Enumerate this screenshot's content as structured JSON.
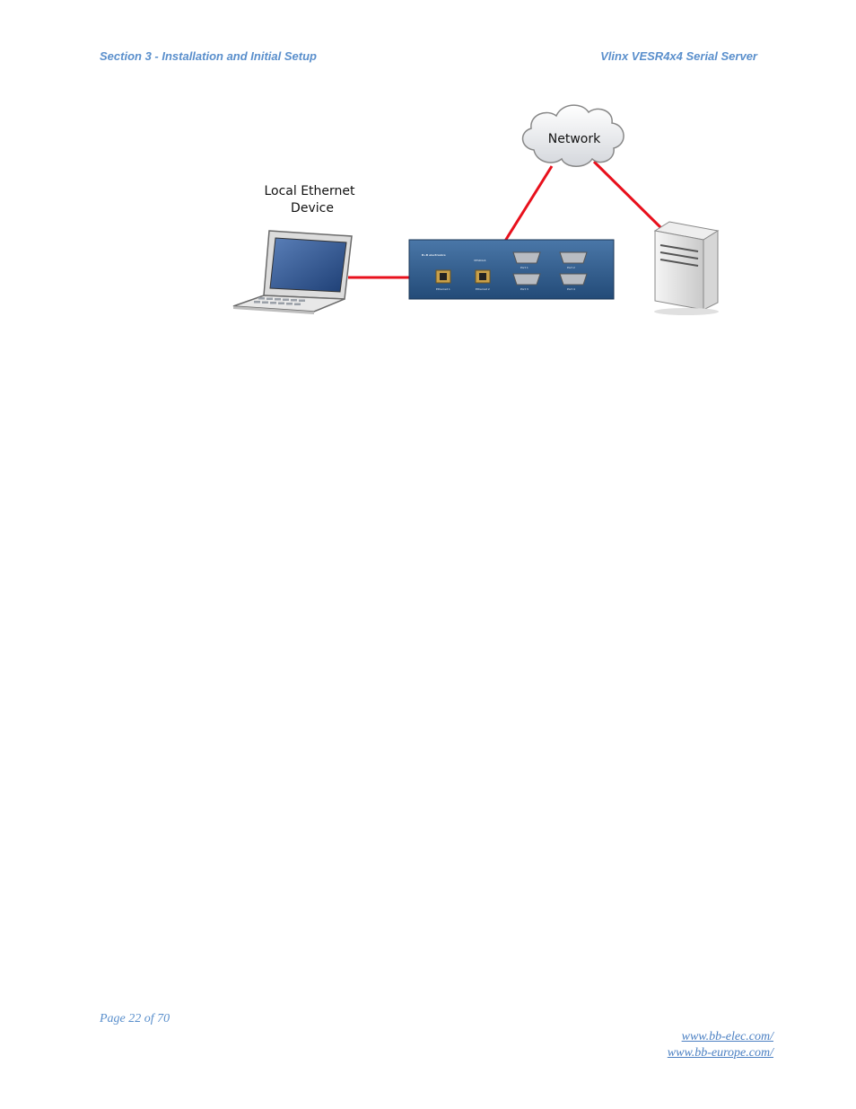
{
  "header": {
    "left": "Section 3 - Installation and Initial Setup",
    "right": "Vlinx VESR4x4 Serial Server"
  },
  "diagram": {
    "cloud_label": "Network",
    "device_label_line1": "Local Ethernet",
    "device_label_line2": "Device",
    "brand_text": "B+B electronics",
    "model_text": "VESR4x4",
    "port_labels": [
      "Ethernet 1",
      "Ethernet 2",
      "Port 1",
      "Port 2",
      "Port 3",
      "Port 4"
    ],
    "colors": {
      "cable": "#e8101c",
      "device_panel": "#2e5a8a",
      "accent": "#5a8fcc"
    }
  },
  "footer": {
    "page": "Page 22 of 70",
    "link1": "www.bb-elec.com/",
    "link2": "www.bb-europe.com/"
  }
}
